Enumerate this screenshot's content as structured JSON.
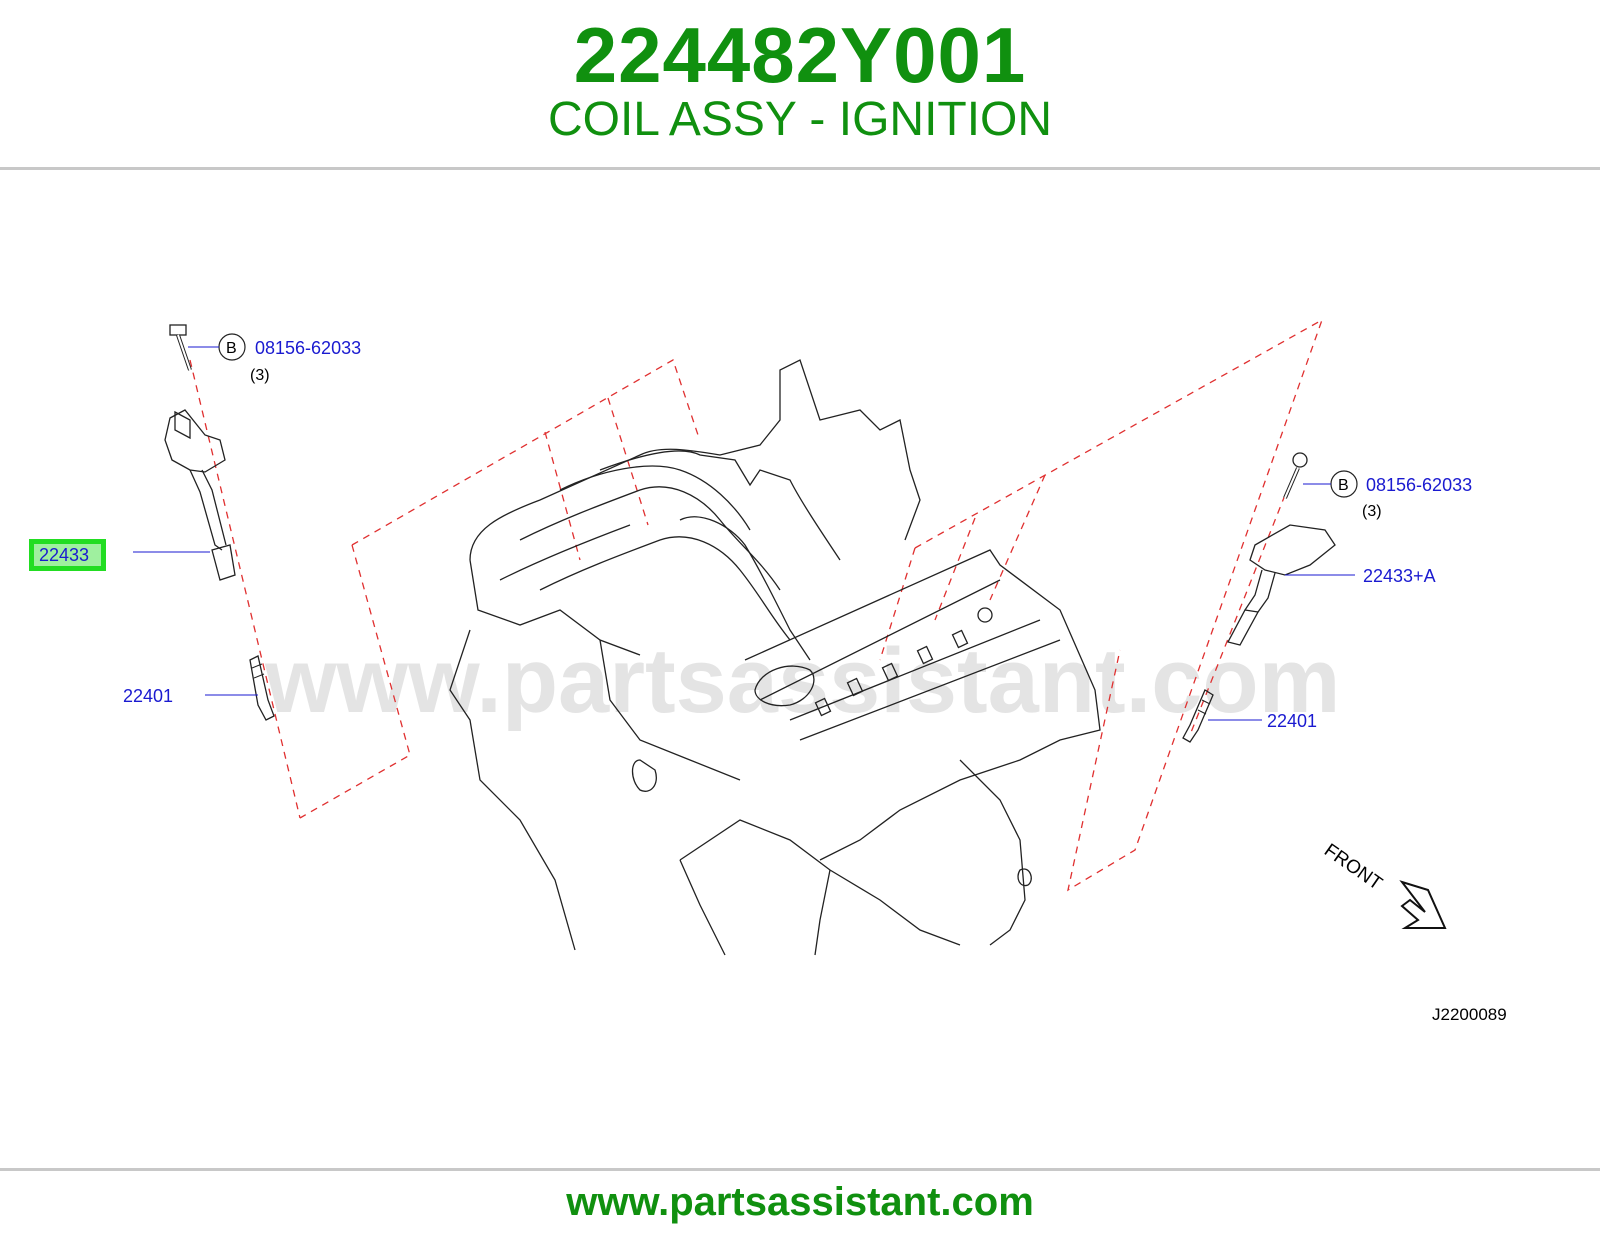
{
  "header": {
    "part_number": "224482Y001",
    "part_name": "COIL ASSY - IGNITION"
  },
  "diagram": {
    "watermark": "www.partsassistant.com",
    "figure_code": "J2200089",
    "front_label": "FRONT",
    "callouts": {
      "bolt_left_symbol": "B",
      "bolt_left_part": "08156-62033",
      "bolt_left_qty": "(3)",
      "coil_left_part": "22433",
      "plug_left_part": "22401",
      "bolt_right_symbol": "B",
      "bolt_right_part": "08156-62033",
      "bolt_right_qty": "(3)",
      "coil_right_part": "22433+A",
      "plug_right_part": "22401"
    },
    "highlight_color": "#22dd22"
  },
  "footer": {
    "url": "www.partsassistant.com"
  },
  "colors": {
    "brand_green": "#10900f",
    "callout_blue": "#1a1ad0",
    "dash_red": "#e03030"
  }
}
